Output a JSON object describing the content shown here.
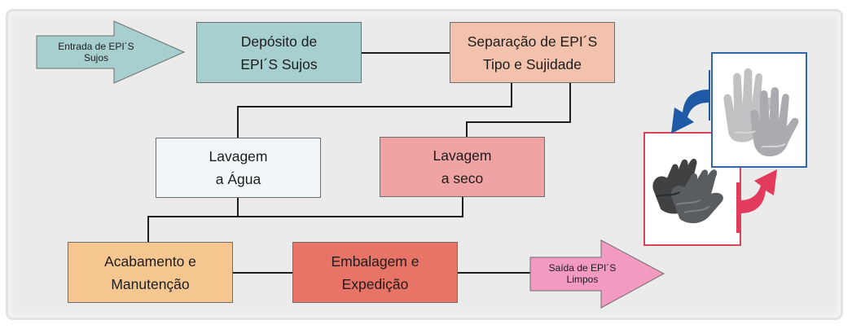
{
  "flow": {
    "entry_arrow_label": "Entrada de EPI´S\nSujos",
    "exit_arrow_label": "Saída de EPI´S\nLimpos",
    "steps": [
      {
        "id": "deposito",
        "label": "Depósito de\nEPI´S Sujos",
        "color": "#a8cfcf"
      },
      {
        "id": "separacao",
        "label": "Separação de EPI´S\nTipo e Sujidade",
        "color": "#f3c2ad"
      },
      {
        "id": "agua",
        "label": "Lavagem\na Água",
        "color": "#f1f7f8"
      },
      {
        "id": "seco",
        "label": "Lavagem\na seco",
        "color": "#f0a3a3"
      },
      {
        "id": "acabamento",
        "label": "Acabamento e\nManutenção",
        "color": "#f5c68f"
      },
      {
        "id": "embalagem",
        "label": "Embalagem e\nExpedição",
        "color": "#e77467"
      }
    ],
    "connections": [
      [
        "entrada",
        "deposito"
      ],
      [
        "deposito",
        "separacao"
      ],
      [
        "separacao",
        "agua"
      ],
      [
        "separacao",
        "seco"
      ],
      [
        "agua",
        "acabamento"
      ],
      [
        "seco",
        "acabamento"
      ],
      [
        "acabamento",
        "embalagem"
      ],
      [
        "embalagem",
        "saida"
      ]
    ]
  },
  "colors": {
    "entry_arrow": "#a8cfcf",
    "exit_arrow": "#f29ac0",
    "dirty_frame": "#d8435a",
    "clean_frame": "#2e67ad"
  },
  "icons": [
    "dirty-gloves-photo",
    "clean-gloves-photo",
    "cycle-arrow-blue-icon",
    "cycle-arrow-red-icon"
  ]
}
